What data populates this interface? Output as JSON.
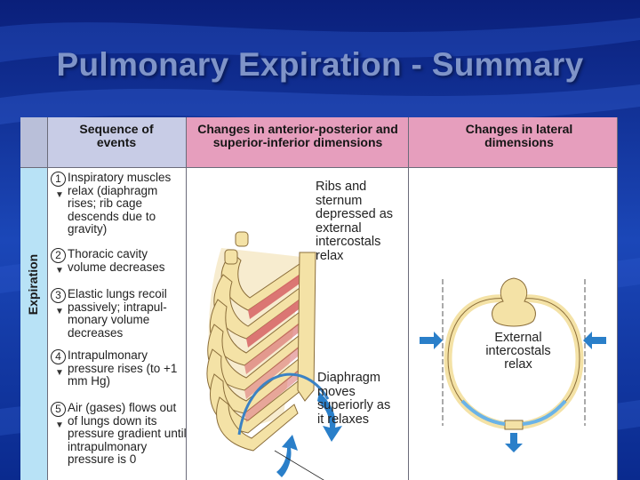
{
  "slide": {
    "title": "Pulmonary Expiration - Summary"
  },
  "table": {
    "headers": {
      "sequence": "Sequence of events",
      "anterior_posterior": "Changes in anterior-posterior and superior-inferior dimensions",
      "lateral": "Changes in lateral dimensions"
    },
    "row_label": "Expiration",
    "steps": [
      {
        "number": "1",
        "text": "Inspiratory muscles relax (diaphragm rises; rib cage descends due to gravity)"
      },
      {
        "number": "2",
        "text": "Thoracic cavity volume decreases"
      },
      {
        "number": "3",
        "text": "Elastic lungs recoil passively; intrapul-monary volume decreases"
      },
      {
        "number": "4",
        "text": "Intrapulmonary pressure rises (to +1 mm Hg)"
      },
      {
        "number": "5",
        "text": "Air (gases) flows out of lungs down its pressure gradient until intrapulmonary pressure is 0"
      }
    ],
    "ap_captions": {
      "ribs": "Ribs and sternum depressed as external intercostals relax",
      "diaphragm": "Diaphragm moves superiorly as it relaxes"
    },
    "lateral_caption": "External intercostals relax"
  },
  "colors": {
    "background": "#0b2a8a",
    "title": "#7f94c8",
    "header_pink": "#e69ebd",
    "header_lavender": "#c8cce6",
    "side_blue": "#b8e2f6",
    "arrow_blue": "#2a7fc9",
    "rib_cream": "#f4e2a6",
    "muscle_red": "#d96a6a"
  }
}
